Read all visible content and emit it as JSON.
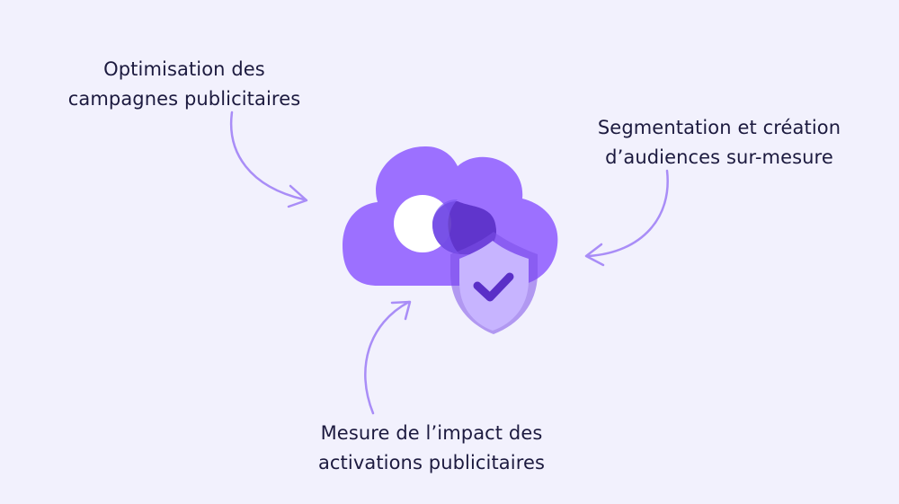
{
  "labels": {
    "top_left": {
      "line1": "Optimisation des",
      "line2": "campagnes publicitaires"
    },
    "right": {
      "line1": "Segmentation et création",
      "line2": "d’audiences sur-mesure"
    },
    "bottom": {
      "line1": "Mesure de l’impact des",
      "line2": "activations publicitaires"
    }
  },
  "icons": {
    "center": "cloud-with-shield-check-icon",
    "arrows": [
      "curved-arrow-icon",
      "curved-arrow-icon",
      "curved-arrow-icon"
    ]
  },
  "colors": {
    "background": "#f2f1fd",
    "text": "#1c1a3f",
    "cloud": "#9c70ff",
    "cloud_dark": "#5a2fc7",
    "shield": "#c7b4ff",
    "check": "#5a2fc7",
    "arrow": "#a98df7",
    "white": "#ffffff"
  }
}
